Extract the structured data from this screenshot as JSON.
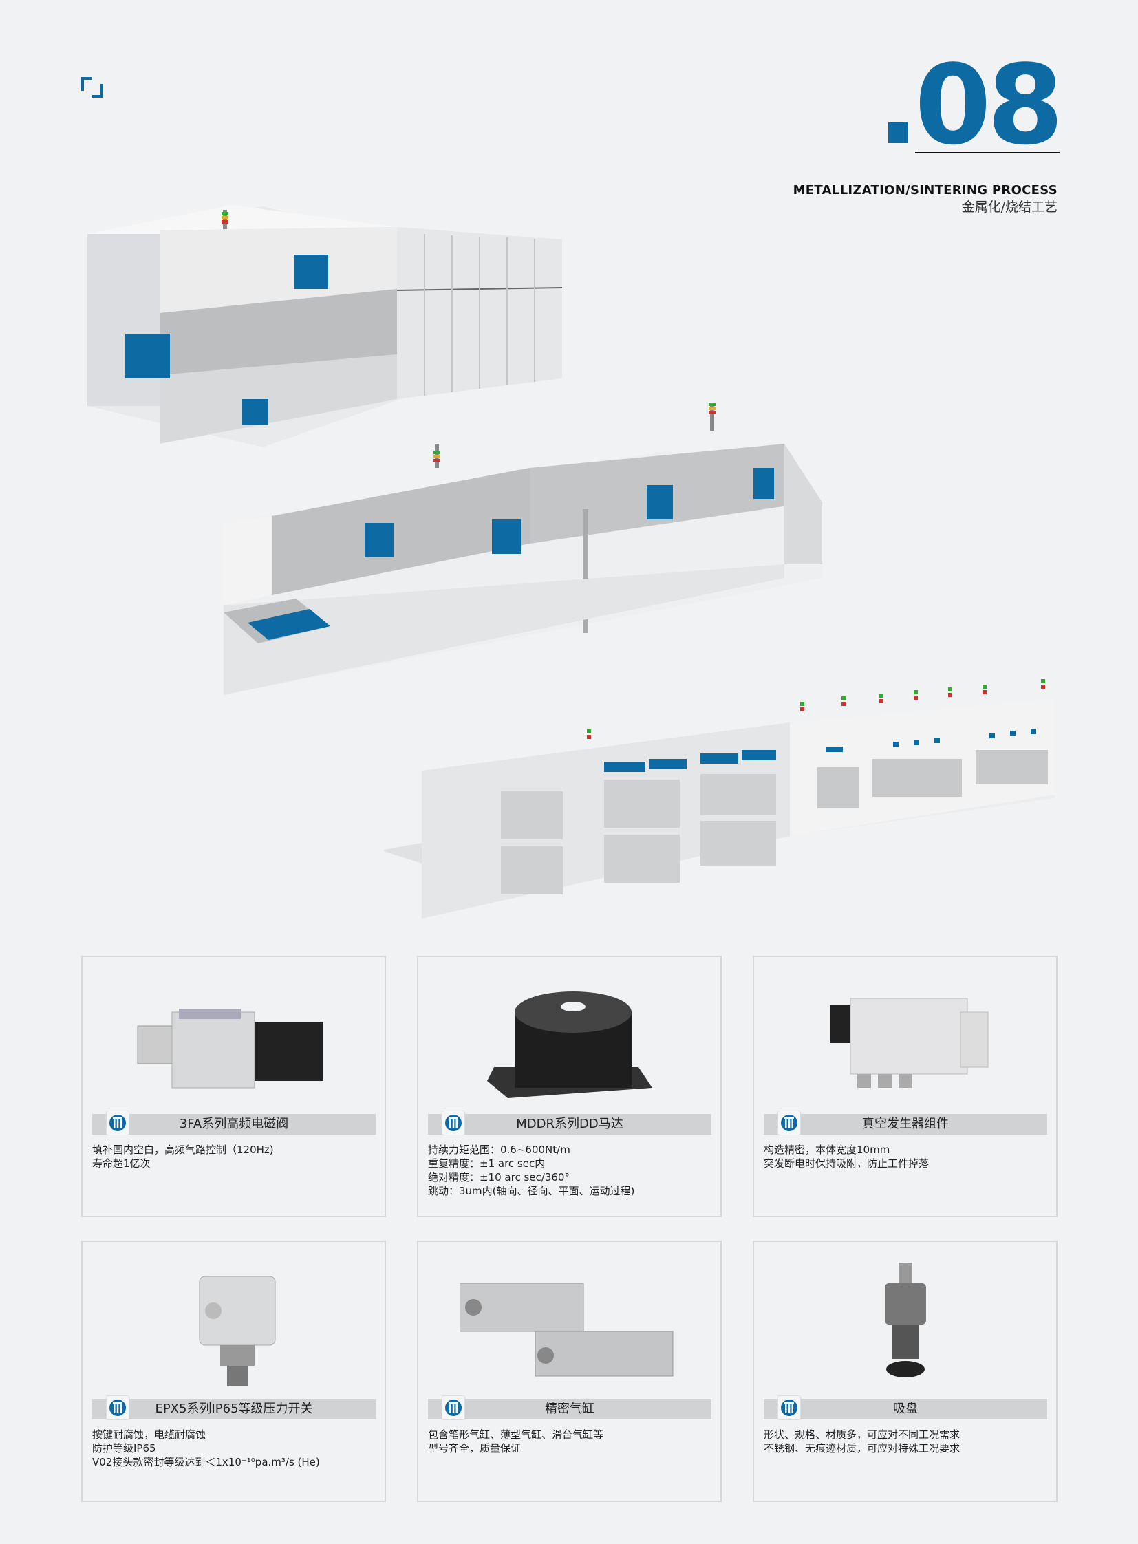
{
  "header": {
    "section_number": ".08",
    "title_en": "METALLIZATION/SINTERING PROCESS",
    "title_cn": "金属化/烧结工艺"
  },
  "colors": {
    "brand_blue": "#0e6aa3",
    "panel_gray": "#d1d2d4",
    "background": "#f1f2f4"
  },
  "products": [
    {
      "title": "3FA系列高频电磁阀",
      "lines": [
        "填补国内空白，高频气路控制（120Hz)",
        "寿命超1亿次"
      ]
    },
    {
      "title": "MDDR系列DD马达",
      "lines": [
        "持续力矩范围：0.6~600Nt/m",
        "重复精度：±1 arc sec内",
        "绝对精度：±10 arc sec/360°",
        "跳动：3um内(轴向、径向、平面、运动过程)"
      ]
    },
    {
      "title": "真空发生器组件",
      "lines": [
        "构造精密，本体宽度10mm",
        "突发断电时保持吸附，防止工件掉落"
      ]
    },
    {
      "title": "EPX5系列IP65等级压力开关",
      "lines": [
        "按键耐腐蚀，电缆耐腐蚀",
        "防护等级IP65",
        "V02接头款密封等级达到＜1x10⁻¹⁰pa.m³/s (He)"
      ]
    },
    {
      "title": "精密气缸",
      "lines": [
        "包含笔形气缸、薄型气缸、滑台气缸等",
        "型号齐全，质量保证"
      ]
    },
    {
      "title": "吸盘",
      "lines": [
        "形状、规格、材质多，可应对不同工况需求",
        "不锈钢、无痕迹材质，可应对特殊工况要求"
      ]
    }
  ]
}
